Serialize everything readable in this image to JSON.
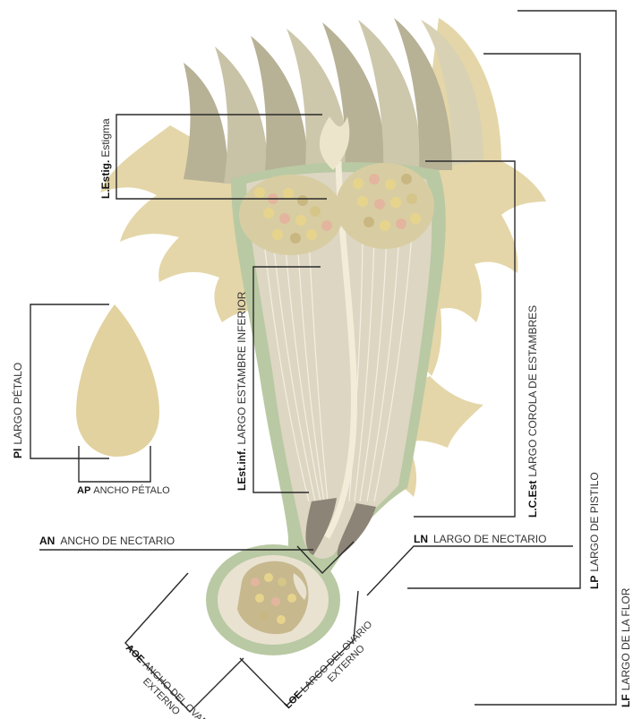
{
  "colors": {
    "petal_tan": "#e2d2a0",
    "bract_light": "#d9d2b8",
    "bract_dark": "#a9a48a",
    "tube_green": "#b9c9a3",
    "tube_inner": "#ddd6c3",
    "nectary": "#8c8476",
    "anther_yellow": "#e7d48c",
    "anther_pink": "#e3b59e",
    "dimension_line": "#2a2a2a"
  },
  "labels": {
    "l_estig": {
      "code": "L.Estig.",
      "text": "Estigma"
    },
    "l_est_inf": {
      "code": "LEst.inf.",
      "text": "LARGO ESTAMBRE INFERIOR"
    },
    "l_c_est": {
      "code": "L.C.Est",
      "text": "LARGO COROLA DE ESTAMBRES"
    },
    "lp": {
      "code": "LP",
      "text": "LARGO DE PISTILO"
    },
    "lf": {
      "code": "LF",
      "text": "LARGO DE LA FLOR"
    },
    "pl": {
      "code": "Pl",
      "text": "LARGO PÉTALO"
    },
    "ap": {
      "code": "AP",
      "text": "ANCHO PÉTALO"
    },
    "an": {
      "code": "AN",
      "text": "ANCHO DE NECTARIO"
    },
    "ln": {
      "code": "LN",
      "text": "LARGO DE NECTARIO"
    },
    "aoe": {
      "code": "AOE",
      "line1": "ANCHO DEL OVARIO",
      "line2": "EXTERNO"
    },
    "loe": {
      "code": "LOE",
      "line1": "LARGO DEL OVARIO",
      "line2": "EXTERNO"
    }
  }
}
